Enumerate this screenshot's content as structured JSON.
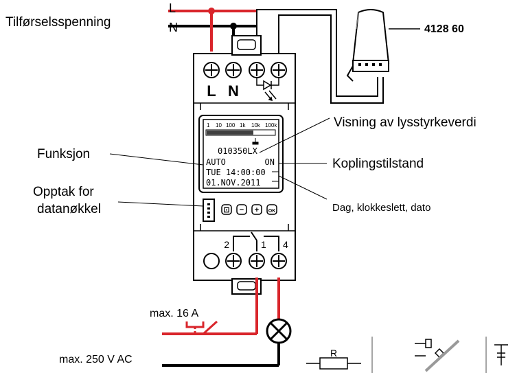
{
  "colors": {
    "live": "#d9252b",
    "neutral": "#000000",
    "device": "#ffffff",
    "lcd": "#ffffff"
  },
  "wires": {
    "l_label": "L",
    "n_label": "N"
  },
  "labels": {
    "supply": "Tilførselsspenning",
    "sensor_code": "4128 60",
    "lux_display": "Visning av lysstyrkeverdi",
    "function": "Funksjon",
    "switching_state": "Koplingstilstand",
    "data_key_line1": "Opptak for",
    "data_key_line2": "datanøkkel",
    "day_time_date": "Dag, klokkeslett, dato",
    "max_current": "max. 16 A",
    "max_voltage": "max. 250 V AC"
  },
  "device": {
    "terminal_l": "L",
    "terminal_n": "N",
    "relay_2": "2",
    "relay_1": "1",
    "relay_4": "4",
    "buttons": [
      "⊡",
      "−",
      "+",
      "OK"
    ]
  },
  "lcd": {
    "scale": [
      "1",
      "10",
      "100",
      "1k",
      "10k",
      "100k"
    ],
    "lux_value": "010350LX",
    "mode": "AUTO",
    "state": "ON",
    "day_time": "TUE 14:00:00",
    "date": "01.NOV.2011"
  },
  "symbols": {
    "resistor": "R"
  }
}
